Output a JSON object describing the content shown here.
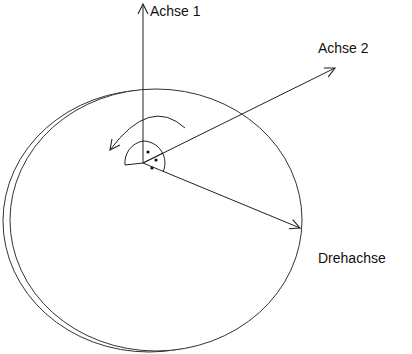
{
  "diagram": {
    "labels": [
      "Achse 1",
      "Achse 2",
      "Drehachse"
    ]
  }
}
